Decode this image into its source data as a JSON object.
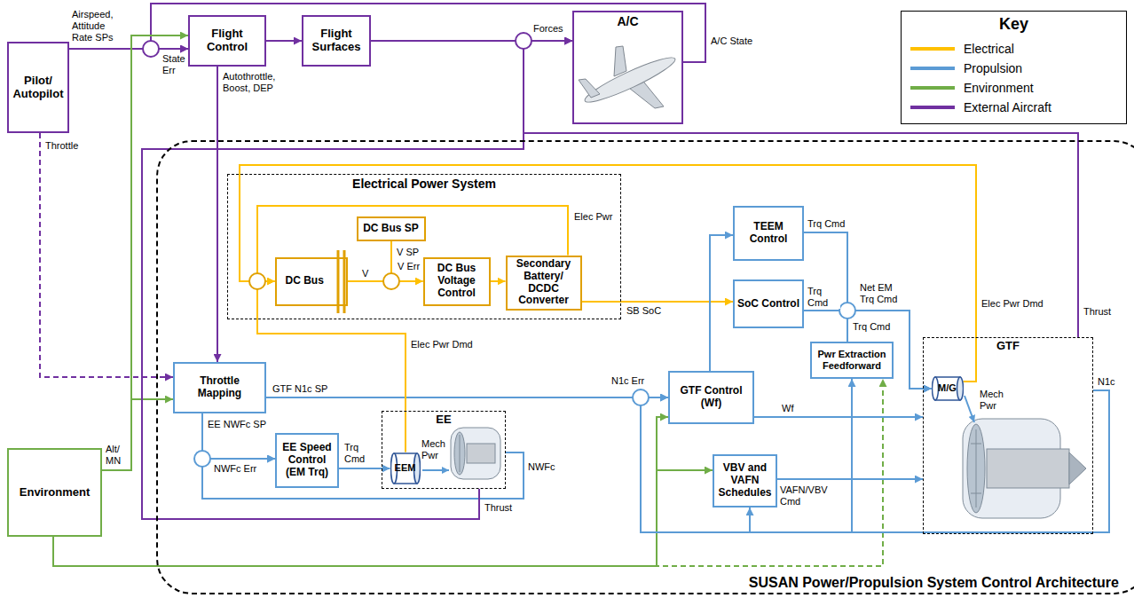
{
  "diagram": {
    "nodes": [
      {
        "text": [
          "Pilot/ Autopilot"
        ]
      },
      {
        "text": [
          "Flight Control"
        ]
      },
      {
        "text": [
          "Flight Surfaces"
        ]
      },
      {
        "text": [
          "A/C"
        ]
      },
      {
        "text": [
          "SUSAN Power/Propulsion System Control Architecture"
        ]
      },
      {
        "text": [
          "Electrical Power System"
        ],
        "in": 4
      },
      {
        "text": [
          "DC Bus SP"
        ],
        "in": 5
      },
      {
        "text": [
          "DC Bus"
        ],
        "in": 5
      },
      {
        "text": [
          "DC Bus Voltage Control"
        ],
        "in": 5
      },
      {
        "text": [
          "Secondary Battery/ DCDC Converter"
        ],
        "in": 5
      },
      {
        "text": [
          "TEEM Control"
        ],
        "in": 4
      },
      {
        "text": [
          "SoC Control"
        ],
        "in": 4
      },
      {
        "text": [
          "Throttle Mapping"
        ],
        "in": 4
      },
      {
        "text": [
          "EE Speed Control (EM Trq)"
        ],
        "in": 4
      },
      {
        "text": [
          "EE"
        ],
        "in": 4
      },
      {
        "text": [
          "EEM"
        ],
        "in": 14
      },
      {
        "text": [
          "GTF Control (Wf)"
        ],
        "in": 4
      },
      {
        "text": [
          "Pwr Extraction Feedforward"
        ],
        "in": 4
      },
      {
        "text": [
          "VBV and VAFN Schedules"
        ],
        "in": 4
      },
      {
        "text": [
          "GTF"
        ],
        "in": 4
      },
      {
        "text": [
          "M/G"
        ],
        "in": 19
      },
      {
        "text": [
          "Environment"
        ]
      }
    ],
    "edges": [
      {
        "from": 0,
        "to": 1,
        "arrow": "to",
        "label": "Airspeed, Attitude Rate SPs"
      },
      {
        "from": 1,
        "to": 2,
        "arrow": "to"
      },
      {
        "from": 2,
        "to": 3,
        "arrow": "to",
        "label": "Forces"
      },
      {
        "from": 3,
        "to": 1,
        "arrow": "to",
        "label": "A/C State"
      },
      {
        "from": 0,
        "to": 12,
        "arrow": "to",
        "label": "Throttle"
      },
      {
        "from": 1,
        "to": 12,
        "arrow": "to",
        "label": "Autothrottle, Boost, DEP"
      },
      {
        "from": 21,
        "to": 12,
        "arrow": "to",
        "label": "Alt/ MN"
      },
      {
        "from": 21,
        "to": 1,
        "arrow": "to"
      },
      {
        "from": 21,
        "to": 16,
        "arrow": "to"
      },
      {
        "from": 21,
        "to": 18,
        "arrow": "to"
      },
      {
        "from": 21,
        "to": 17,
        "arrow": "to"
      },
      {
        "from": 12,
        "to": 16,
        "arrow": "to",
        "label": "GTF N1c SP"
      },
      {
        "from": 12,
        "to": 13,
        "arrow": "to",
        "label": "EE NWFc SP"
      },
      {
        "from": 13,
        "to": 15,
        "arrow": "to",
        "label": "Trq Cmd"
      },
      {
        "from": 15,
        "to": 7,
        "arrow": "to",
        "label": "Elec Pwr Dmd"
      },
      {
        "from": 14,
        "to": 13,
        "arrow": "to",
        "label": "NWFc"
      },
      {
        "from": 14,
        "to": 3,
        "arrow": "to",
        "label": "Thrust"
      },
      {
        "from": 19,
        "to": 3,
        "arrow": "to",
        "label": "Thrust"
      },
      {
        "from": 7,
        "to": 8,
        "arrow": "to",
        "label": "V"
      },
      {
        "from": 6,
        "to": 8,
        "arrow": "to",
        "label": "V SP"
      },
      {
        "from": 8,
        "to": 9,
        "arrow": "to"
      },
      {
        "from": 9,
        "to": 7,
        "arrow": "to",
        "label": "Elec Pwr"
      },
      {
        "from": 9,
        "to": 11,
        "arrow": "to",
        "label": "SB SoC"
      },
      {
        "from": 20,
        "to": 7,
        "arrow": "to",
        "label": "Elec Pwr Dmd"
      },
      {
        "from": 16,
        "to": 10,
        "arrow": "to"
      },
      {
        "from": 10,
        "to": 20,
        "arrow": "to",
        "label": "Trq Cmd"
      },
      {
        "from": 11,
        "to": 20,
        "arrow": "to",
        "label": "Trq Cmd"
      },
      {
        "from": 17,
        "to": 20,
        "arrow": "to",
        "label": "Trq Cmd"
      },
      {
        "from": 16,
        "to": 19,
        "arrow": "to",
        "label": "Wf"
      },
      {
        "from": 19,
        "to": 16,
        "arrow": "to",
        "label": "N1c"
      },
      {
        "from": 18,
        "to": 19,
        "arrow": "to",
        "label": "VAFN/VBV Cmd"
      },
      {
        "from": 19,
        "to": 18,
        "arrow": "to"
      },
      {
        "from": 19,
        "to": 17,
        "arrow": "to"
      }
    ],
    "labels": [
      "State Err",
      "Key",
      "V Err",
      "Net EM Trq Cmd",
      "N1c Err",
      "NWFc Err",
      "Mech Pwr",
      "Mech Pwr"
    ],
    "legend": [
      {
        "text": "Electrical",
        "color": "#FFC000"
      },
      {
        "text": "Propulsion",
        "color": "#5B9BD5"
      },
      {
        "text": "Environment",
        "color": "#70AD47"
      },
      {
        "text": "External Aircraft",
        "color": "#7030A0"
      }
    ]
  }
}
